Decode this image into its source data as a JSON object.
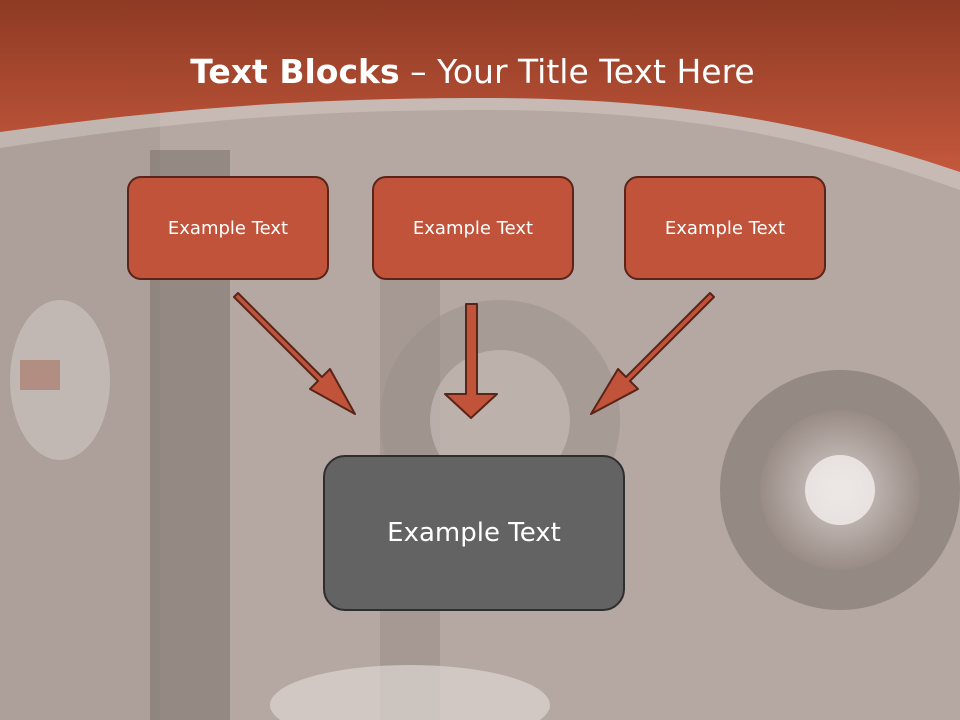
{
  "title": {
    "bold": "Text Blocks",
    "rest": " – Your Title Text Here"
  },
  "boxes": {
    "left": "Example Text",
    "center": "Example Text",
    "right": "Example Text",
    "bottom": "Example Text"
  },
  "colors": {
    "header": "#c0533a",
    "box_fill": "#c0533a",
    "box_border": "#5a2418",
    "bottom_box_fill": "#636363",
    "arrow_fill": "#c0533a"
  }
}
